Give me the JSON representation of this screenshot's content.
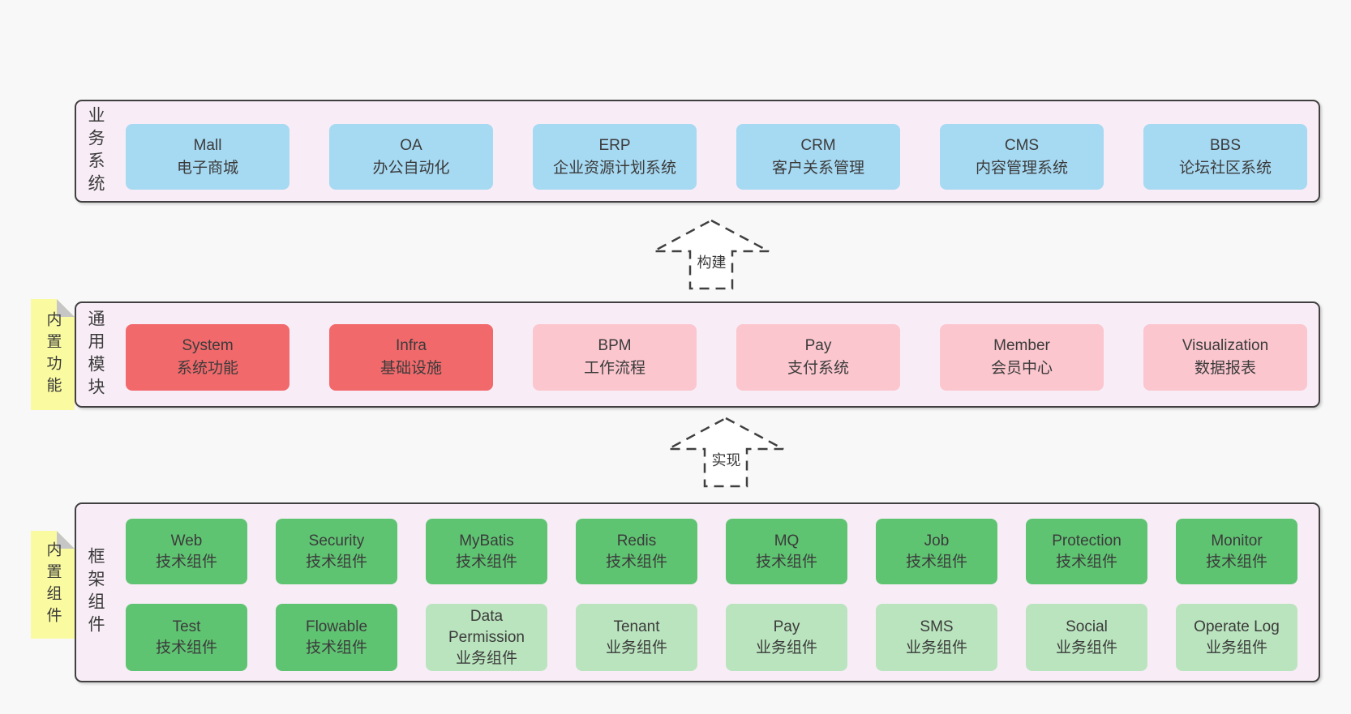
{
  "colors": {
    "page_bg": "#f8f8f8",
    "container_bg": "#f8edf6",
    "container_border": "#404040",
    "text": "#3b3b3b",
    "blue": "#a6d9f2",
    "red": "#f1696b",
    "pink": "#fbc6ce",
    "green": "#5fc472",
    "lightgreen": "#bae4be",
    "sticky": "#fafaa0",
    "sticky_fold": "#c6c6c6",
    "arrow_fill": "#ffffff"
  },
  "layers": [
    {
      "label": "业务系统",
      "boxes": [
        {
          "title": "Mall",
          "subtitle": "电子商城"
        },
        {
          "title": "OA",
          "subtitle": "办公自动化"
        },
        {
          "title": "ERP",
          "subtitle": "企业资源计划系统"
        },
        {
          "title": "CRM",
          "subtitle": "客户关系管理"
        },
        {
          "title": "CMS",
          "subtitle": "内容管理系统"
        },
        {
          "title": "BBS",
          "subtitle": "论坛社区系统"
        }
      ]
    },
    {
      "label": "通用模块",
      "sticky": "内置功能",
      "boxes": [
        {
          "title": "System",
          "subtitle": "系统功能"
        },
        {
          "title": "Infra",
          "subtitle": "基础设施"
        },
        {
          "title": "BPM",
          "subtitle": "工作流程"
        },
        {
          "title": "Pay",
          "subtitle": "支付系统"
        },
        {
          "title": "Member",
          "subtitle": "会员中心"
        },
        {
          "title": "Visualization",
          "subtitle": "数据报表"
        }
      ]
    },
    {
      "label": "框架组件",
      "sticky": "内置组件",
      "row1": [
        {
          "title": "Web",
          "subtitle": "技术组件"
        },
        {
          "title": "Security",
          "subtitle": "技术组件"
        },
        {
          "title": "MyBatis",
          "subtitle": "技术组件"
        },
        {
          "title": "Redis",
          "subtitle": "技术组件"
        },
        {
          "title": "MQ",
          "subtitle": "技术组件"
        },
        {
          "title": "Job",
          "subtitle": "技术组件"
        },
        {
          "title": "Protection",
          "subtitle": "技术组件"
        },
        {
          "title": "Monitor",
          "subtitle": "技术组件"
        }
      ],
      "row2": [
        {
          "title": "Test",
          "subtitle": "技术组件"
        },
        {
          "title": "Flowable",
          "subtitle": "技术组件"
        },
        {
          "title": "Data Permission",
          "subtitle": "业务组件"
        },
        {
          "title": "Tenant",
          "subtitle": "业务组件"
        },
        {
          "title": "Pay",
          "subtitle": "业务组件"
        },
        {
          "title": "SMS",
          "subtitle": "业务组件"
        },
        {
          "title": "Social",
          "subtitle": "业务组件"
        },
        {
          "title": "Operate Log",
          "subtitle": "业务组件"
        }
      ]
    }
  ],
  "arrows": [
    {
      "label": "构建"
    },
    {
      "label": "实现"
    }
  ]
}
